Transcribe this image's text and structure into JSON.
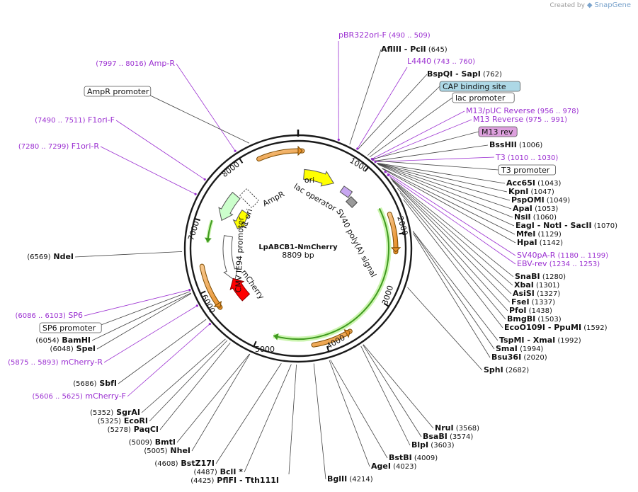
{
  "credit": {
    "prefix": "Created by",
    "brand": "SnapGene"
  },
  "plasmid": {
    "name": "LpABCB1-NmCherry",
    "size_label": "8809 bp",
    "length": 8809
  },
  "ticks": [
    "1000",
    "2000",
    "3000",
    "4000",
    "5000",
    "6000",
    "7000",
    "8000"
  ],
  "features": [
    {
      "name": "ori",
      "color": "#ffff00"
    },
    {
      "name": "lac operator",
      "color": "#7f7f7f"
    },
    {
      "name": "SV40 poly(A) signal",
      "color": "#9a9a9a"
    },
    {
      "name": "AmpR",
      "color": "#ccffcc"
    },
    {
      "name": "f1 ori",
      "color": "#ffff00"
    },
    {
      "name": "CMV IE94 promoter",
      "color": "#ffffff"
    },
    {
      "name": "mCherry",
      "color": "#ff0000"
    }
  ],
  "site_labels": [
    {
      "parts": [
        {
          "t": "AflIII",
          "k": "enz"
        },
        {
          "t": "  -  ",
          "k": "enz"
        },
        {
          "t": "PciI",
          "k": "enz"
        },
        {
          "t": "  (645)",
          "k": "pos"
        }
      ]
    },
    {
      "parts": [
        {
          "t": "BspQI",
          "k": "enz"
        },
        {
          "t": "  -  ",
          "k": "enz"
        },
        {
          "t": "SapI",
          "k": "enz"
        },
        {
          "t": "  (762)",
          "k": "pos"
        }
      ]
    },
    {
      "parts": [
        {
          "t": "BssHII",
          "k": "enz"
        },
        {
          "t": "  (1006)",
          "k": "pos"
        }
      ]
    },
    {
      "parts": [
        {
          "t": "Acc65I",
          "k": "enz"
        },
        {
          "t": "  (1043)",
          "k": "pos"
        }
      ]
    },
    {
      "parts": [
        {
          "t": "KpnI",
          "k": "enz"
        },
        {
          "t": "  (1047)",
          "k": "pos"
        }
      ]
    },
    {
      "parts": [
        {
          "t": "PspOMI",
          "k": "enz"
        },
        {
          "t": "  (1049)",
          "k": "pos"
        }
      ]
    },
    {
      "parts": [
        {
          "t": "ApaI",
          "k": "enz"
        },
        {
          "t": "  (1053)",
          "k": "pos"
        }
      ]
    },
    {
      "parts": [
        {
          "t": "NsiI",
          "k": "enz"
        },
        {
          "t": "  (1060)",
          "k": "pos"
        }
      ]
    },
    {
      "parts": [
        {
          "t": "EagI",
          "k": "enz"
        },
        {
          "t": "  -  ",
          "k": "enz"
        },
        {
          "t": "NotI",
          "k": "enz"
        },
        {
          "t": "  -  ",
          "k": "enz"
        },
        {
          "t": "SacII",
          "k": "enz"
        },
        {
          "t": "  (1070)",
          "k": "pos"
        }
      ]
    },
    {
      "parts": [
        {
          "t": "MfeI",
          "k": "enz"
        },
        {
          "t": "  (1129)",
          "k": "pos"
        }
      ]
    },
    {
      "parts": [
        {
          "t": "HpaI",
          "k": "enz"
        },
        {
          "t": "  (1142)",
          "k": "pos"
        }
      ]
    },
    {
      "parts": [
        {
          "t": "SnaBI",
          "k": "enz"
        },
        {
          "t": "  (1280)",
          "k": "pos"
        }
      ]
    },
    {
      "parts": [
        {
          "t": "XbaI",
          "k": "enz"
        },
        {
          "t": "  (1301)",
          "k": "pos"
        }
      ]
    },
    {
      "parts": [
        {
          "t": "AsiSI",
          "k": "enz"
        },
        {
          "t": "  (1327)",
          "k": "pos"
        }
      ]
    },
    {
      "parts": [
        {
          "t": "FseI",
          "k": "enz"
        },
        {
          "t": "  (1337)",
          "k": "pos"
        }
      ]
    },
    {
      "parts": [
        {
          "t": "PfoI",
          "k": "enz"
        },
        {
          "t": "  (1438)",
          "k": "pos"
        }
      ]
    },
    {
      "parts": [
        {
          "t": "BmgBI",
          "k": "enz"
        },
        {
          "t": "  (1503)",
          "k": "pos"
        }
      ]
    },
    {
      "parts": [
        {
          "t": "EcoO109I",
          "k": "enz"
        },
        {
          "t": "  -  ",
          "k": "enz"
        },
        {
          "t": "PpuMI",
          "k": "enz"
        },
        {
          "t": "  (1592)",
          "k": "pos"
        }
      ]
    },
    {
      "parts": [
        {
          "t": "TspMI",
          "k": "enz"
        },
        {
          "t": "  -  ",
          "k": "enz"
        },
        {
          "t": "XmaI",
          "k": "enz"
        },
        {
          "t": "  (1992)",
          "k": "pos"
        }
      ]
    },
    {
      "parts": [
        {
          "t": "SmaI",
          "k": "enz"
        },
        {
          "t": "  (1994)",
          "k": "pos"
        }
      ]
    },
    {
      "parts": [
        {
          "t": "Bsu36I",
          "k": "enz"
        },
        {
          "t": "  (2020)",
          "k": "pos"
        }
      ]
    },
    {
      "parts": [
        {
          "t": "SphI",
          "k": "enz"
        },
        {
          "t": "  (2682)",
          "k": "pos"
        }
      ]
    },
    {
      "parts": [
        {
          "t": "NruI",
          "k": "enz"
        },
        {
          "t": "  (3568)",
          "k": "pos"
        }
      ]
    },
    {
      "parts": [
        {
          "t": "BsaBI",
          "k": "enz"
        },
        {
          "t": "  (3574)",
          "k": "pos"
        }
      ]
    },
    {
      "parts": [
        {
          "t": "BlpI",
          "k": "enz"
        },
        {
          "t": "  (3603)",
          "k": "pos"
        }
      ]
    },
    {
      "parts": [
        {
          "t": "BstBI",
          "k": "enz"
        },
        {
          "t": "  (4009)",
          "k": "pos"
        }
      ]
    },
    {
      "parts": [
        {
          "t": "AgeI",
          "k": "enz"
        },
        {
          "t": "  (4023)",
          "k": "pos"
        }
      ]
    },
    {
      "parts": [
        {
          "t": "BglII",
          "k": "enz"
        },
        {
          "t": "  (4214)",
          "k": "pos"
        }
      ]
    },
    {
      "parts": [
        {
          "t": "(4425)",
          "k": "pos"
        },
        {
          "t": "  PflFI",
          "k": "enz"
        },
        {
          "t": "  -  ",
          "k": "enz"
        },
        {
          "t": "Tth111I",
          "k": "enz"
        }
      ]
    },
    {
      "parts": [
        {
          "t": "(4487)",
          "k": "pos"
        },
        {
          "t": "  BclI *",
          "k": "enz"
        }
      ]
    },
    {
      "parts": [
        {
          "t": "(4608)",
          "k": "pos"
        },
        {
          "t": "  BstZ17I",
          "k": "enz"
        }
      ]
    },
    {
      "parts": [
        {
          "t": "(5005)",
          "k": "pos"
        },
        {
          "t": "  NheI",
          "k": "enz"
        }
      ]
    },
    {
      "parts": [
        {
          "t": "(5009)",
          "k": "pos"
        },
        {
          "t": "  BmtI",
          "k": "enz"
        }
      ]
    },
    {
      "parts": [
        {
          "t": "(5278)",
          "k": "pos"
        },
        {
          "t": "  PaqCI",
          "k": "enz"
        }
      ]
    },
    {
      "parts": [
        {
          "t": "(5325)",
          "k": "pos"
        },
        {
          "t": "  EcoRI",
          "k": "enz"
        }
      ]
    },
    {
      "parts": [
        {
          "t": "(5352)",
          "k": "pos"
        },
        {
          "t": "  SgrAI",
          "k": "enz"
        }
      ]
    },
    {
      "parts": [
        {
          "t": "(5686)",
          "k": "pos"
        },
        {
          "t": "  SbfI",
          "k": "enz"
        }
      ]
    },
    {
      "parts": [
        {
          "t": "(6048)",
          "k": "pos"
        },
        {
          "t": "  SpeI",
          "k": "enz"
        }
      ]
    },
    {
      "parts": [
        {
          "t": "(6054)",
          "k": "pos"
        },
        {
          "t": "  BamHI",
          "k": "enz"
        }
      ]
    },
    {
      "parts": [
        {
          "t": "(6569)",
          "k": "pos"
        },
        {
          "t": "  NdeI",
          "k": "enz"
        }
      ]
    },
    {
      "parts": [
        {
          "t": "pBR322ori-F",
          "k": "prim"
        },
        {
          "t": "   (490 .. 509)",
          "k": "primpos"
        }
      ]
    },
    {
      "parts": [
        {
          "t": "L4440",
          "k": "prim"
        },
        {
          "t": "   (743 .. 760)",
          "k": "primpos"
        }
      ]
    },
    {
      "parts": [
        {
          "t": "M13/pUC Reverse",
          "k": "prim"
        },
        {
          "t": "   (956 .. 978)",
          "k": "primpos"
        }
      ]
    },
    {
      "parts": [
        {
          "t": "M13 Reverse",
          "k": "prim"
        },
        {
          "t": "   (975 .. 991)",
          "k": "primpos"
        }
      ]
    },
    {
      "parts": [
        {
          "t": "T3",
          "k": "prim"
        },
        {
          "t": "   (1010 .. 1030)",
          "k": "primpos"
        }
      ]
    },
    {
      "parts": [
        {
          "t": "SV40pA-R",
          "k": "prim"
        },
        {
          "t": "   (1180 .. 1199)",
          "k": "primpos"
        }
      ]
    },
    {
      "parts": [
        {
          "t": "EBV-rev",
          "k": "prim"
        },
        {
          "t": "   (1234 .. 1253)",
          "k": "primpos"
        }
      ]
    },
    {
      "parts": [
        {
          "t": "(7997 .. 8016)",
          "k": "primpos"
        },
        {
          "t": "   Amp-R",
          "k": "prim"
        }
      ]
    },
    {
      "parts": [
        {
          "t": "(7490 .. 7511)",
          "k": "primpos"
        },
        {
          "t": "   F1ori-F",
          "k": "prim"
        }
      ]
    },
    {
      "parts": [
        {
          "t": "(7280 .. 7299)",
          "k": "primpos"
        },
        {
          "t": "   F1ori-R",
          "k": "prim"
        }
      ]
    },
    {
      "parts": [
        {
          "t": "(6086 .. 6103)",
          "k": "primpos"
        },
        {
          "t": "   SP6",
          "k": "prim"
        }
      ]
    },
    {
      "parts": [
        {
          "t": "(5875 .. 5893)",
          "k": "primpos"
        },
        {
          "t": "   mCherry-R",
          "k": "prim"
        }
      ]
    },
    {
      "parts": [
        {
          "t": "(5606 .. 5625)",
          "k": "primpos"
        },
        {
          "t": "   mCherry-F",
          "k": "prim"
        }
      ]
    }
  ],
  "box_labels": [
    {
      "text": "CAP binding site",
      "fill": "#add8e6"
    },
    {
      "text": "lac promoter",
      "fill": "#ffffff"
    },
    {
      "text": "M13 rev",
      "fill": "#dda0dd"
    },
    {
      "text": "T3 promoter",
      "fill": "#ffffff"
    },
    {
      "text": "AmpR promoter",
      "fill": "#ffffff"
    },
    {
      "text": "SP6 promoter",
      "fill": "#ffffff"
    }
  ]
}
